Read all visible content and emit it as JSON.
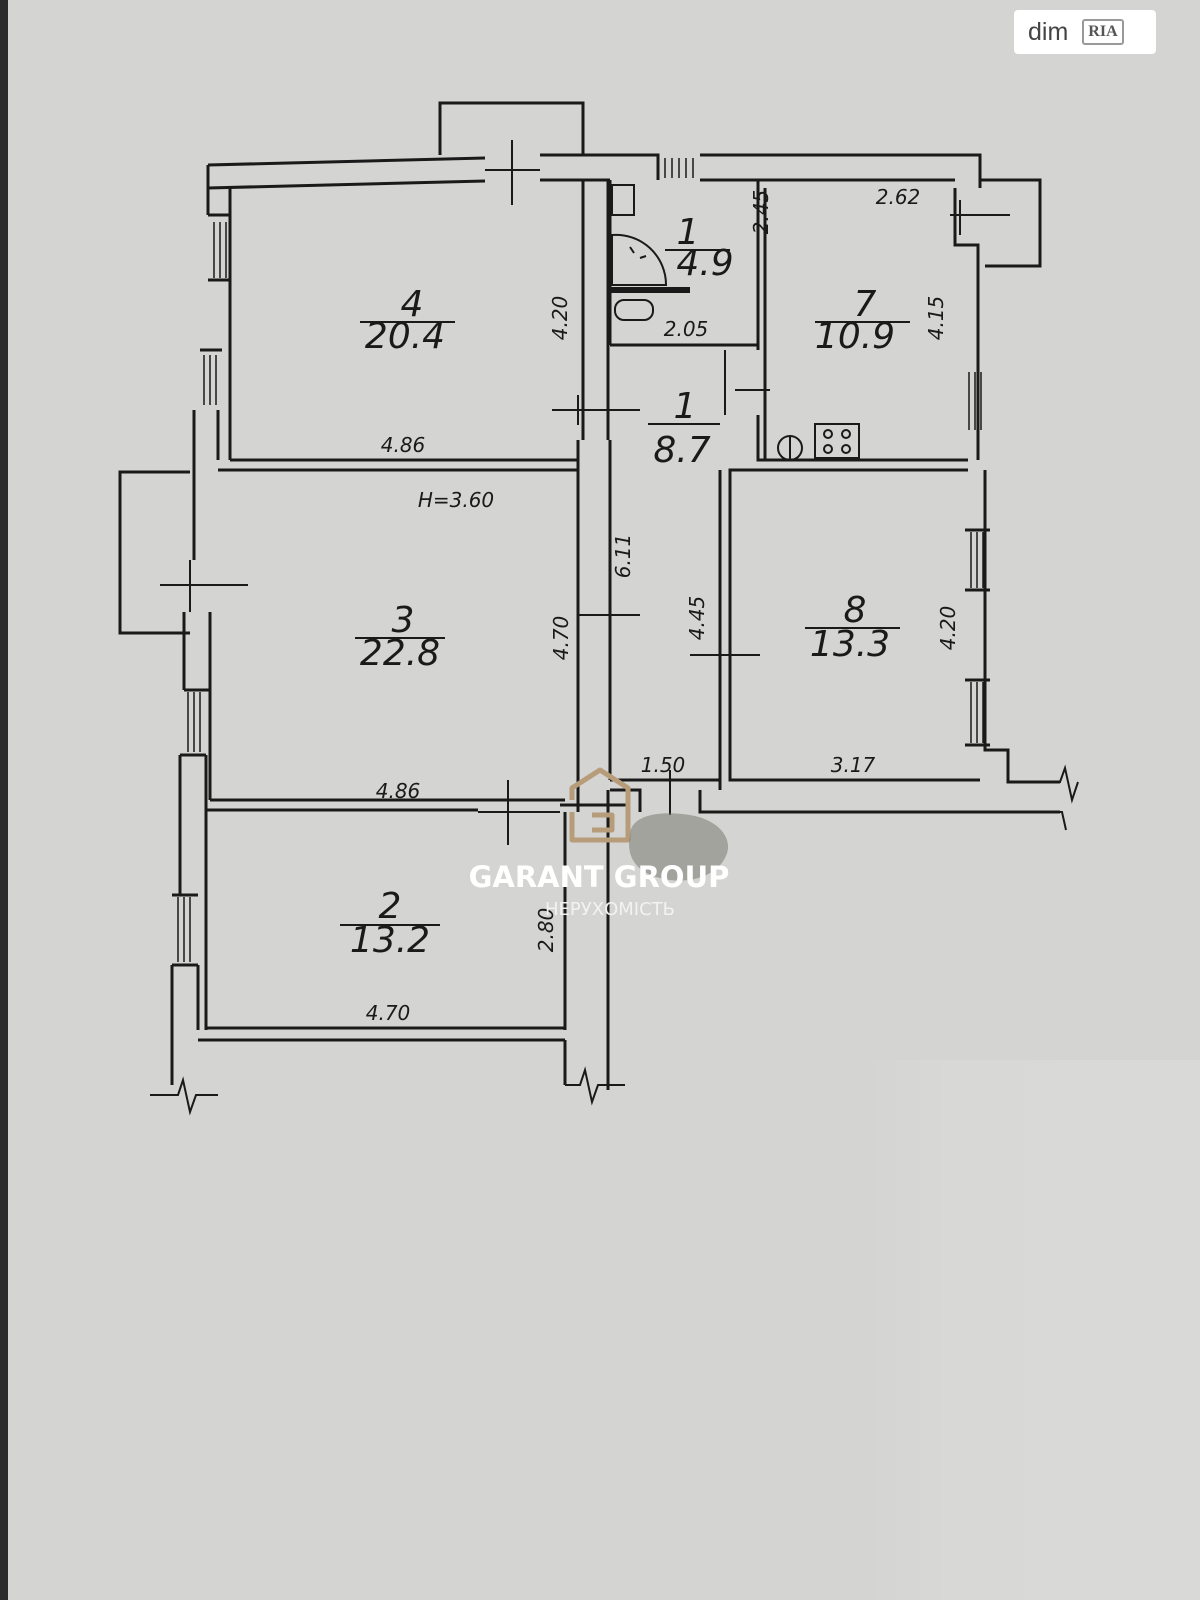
{
  "badge": {
    "dim": "dim",
    "ria": "RIA"
  },
  "height_label": "H=3.60",
  "rooms": {
    "r1a": {
      "number": "1",
      "area": "4.9"
    },
    "r1b": {
      "number": "1",
      "area": "8.7"
    },
    "r2": {
      "number": "2",
      "area": "13.2"
    },
    "r3": {
      "number": "3",
      "area": "22.8"
    },
    "r4": {
      "number": "4",
      "area": "20.4"
    },
    "r7": {
      "number": "7",
      "area": "10.9"
    },
    "r8": {
      "number": "8",
      "area": "13.3"
    }
  },
  "dimensions": {
    "d_2_45": "2.45",
    "d_2_62": "2.62",
    "d_4_20_top": "4.20",
    "d_2_05": "2.05",
    "d_4_15": "4.15",
    "d_4_86_top": "4.86",
    "d_6_11": "6.11",
    "d_4_45": "4.45",
    "d_4_70_mid": "4.70",
    "d_4_20_right": "4.20",
    "d_1_50": "1.50",
    "d_3_17": "3.17",
    "d_4_86_bottom": "4.86",
    "d_2_80": "2.80",
    "d_4_70_bottom": "4.70"
  },
  "watermark": {
    "title": "GARANT GROUP",
    "subtitle": "НЕРУХОМІСТЬ"
  }
}
